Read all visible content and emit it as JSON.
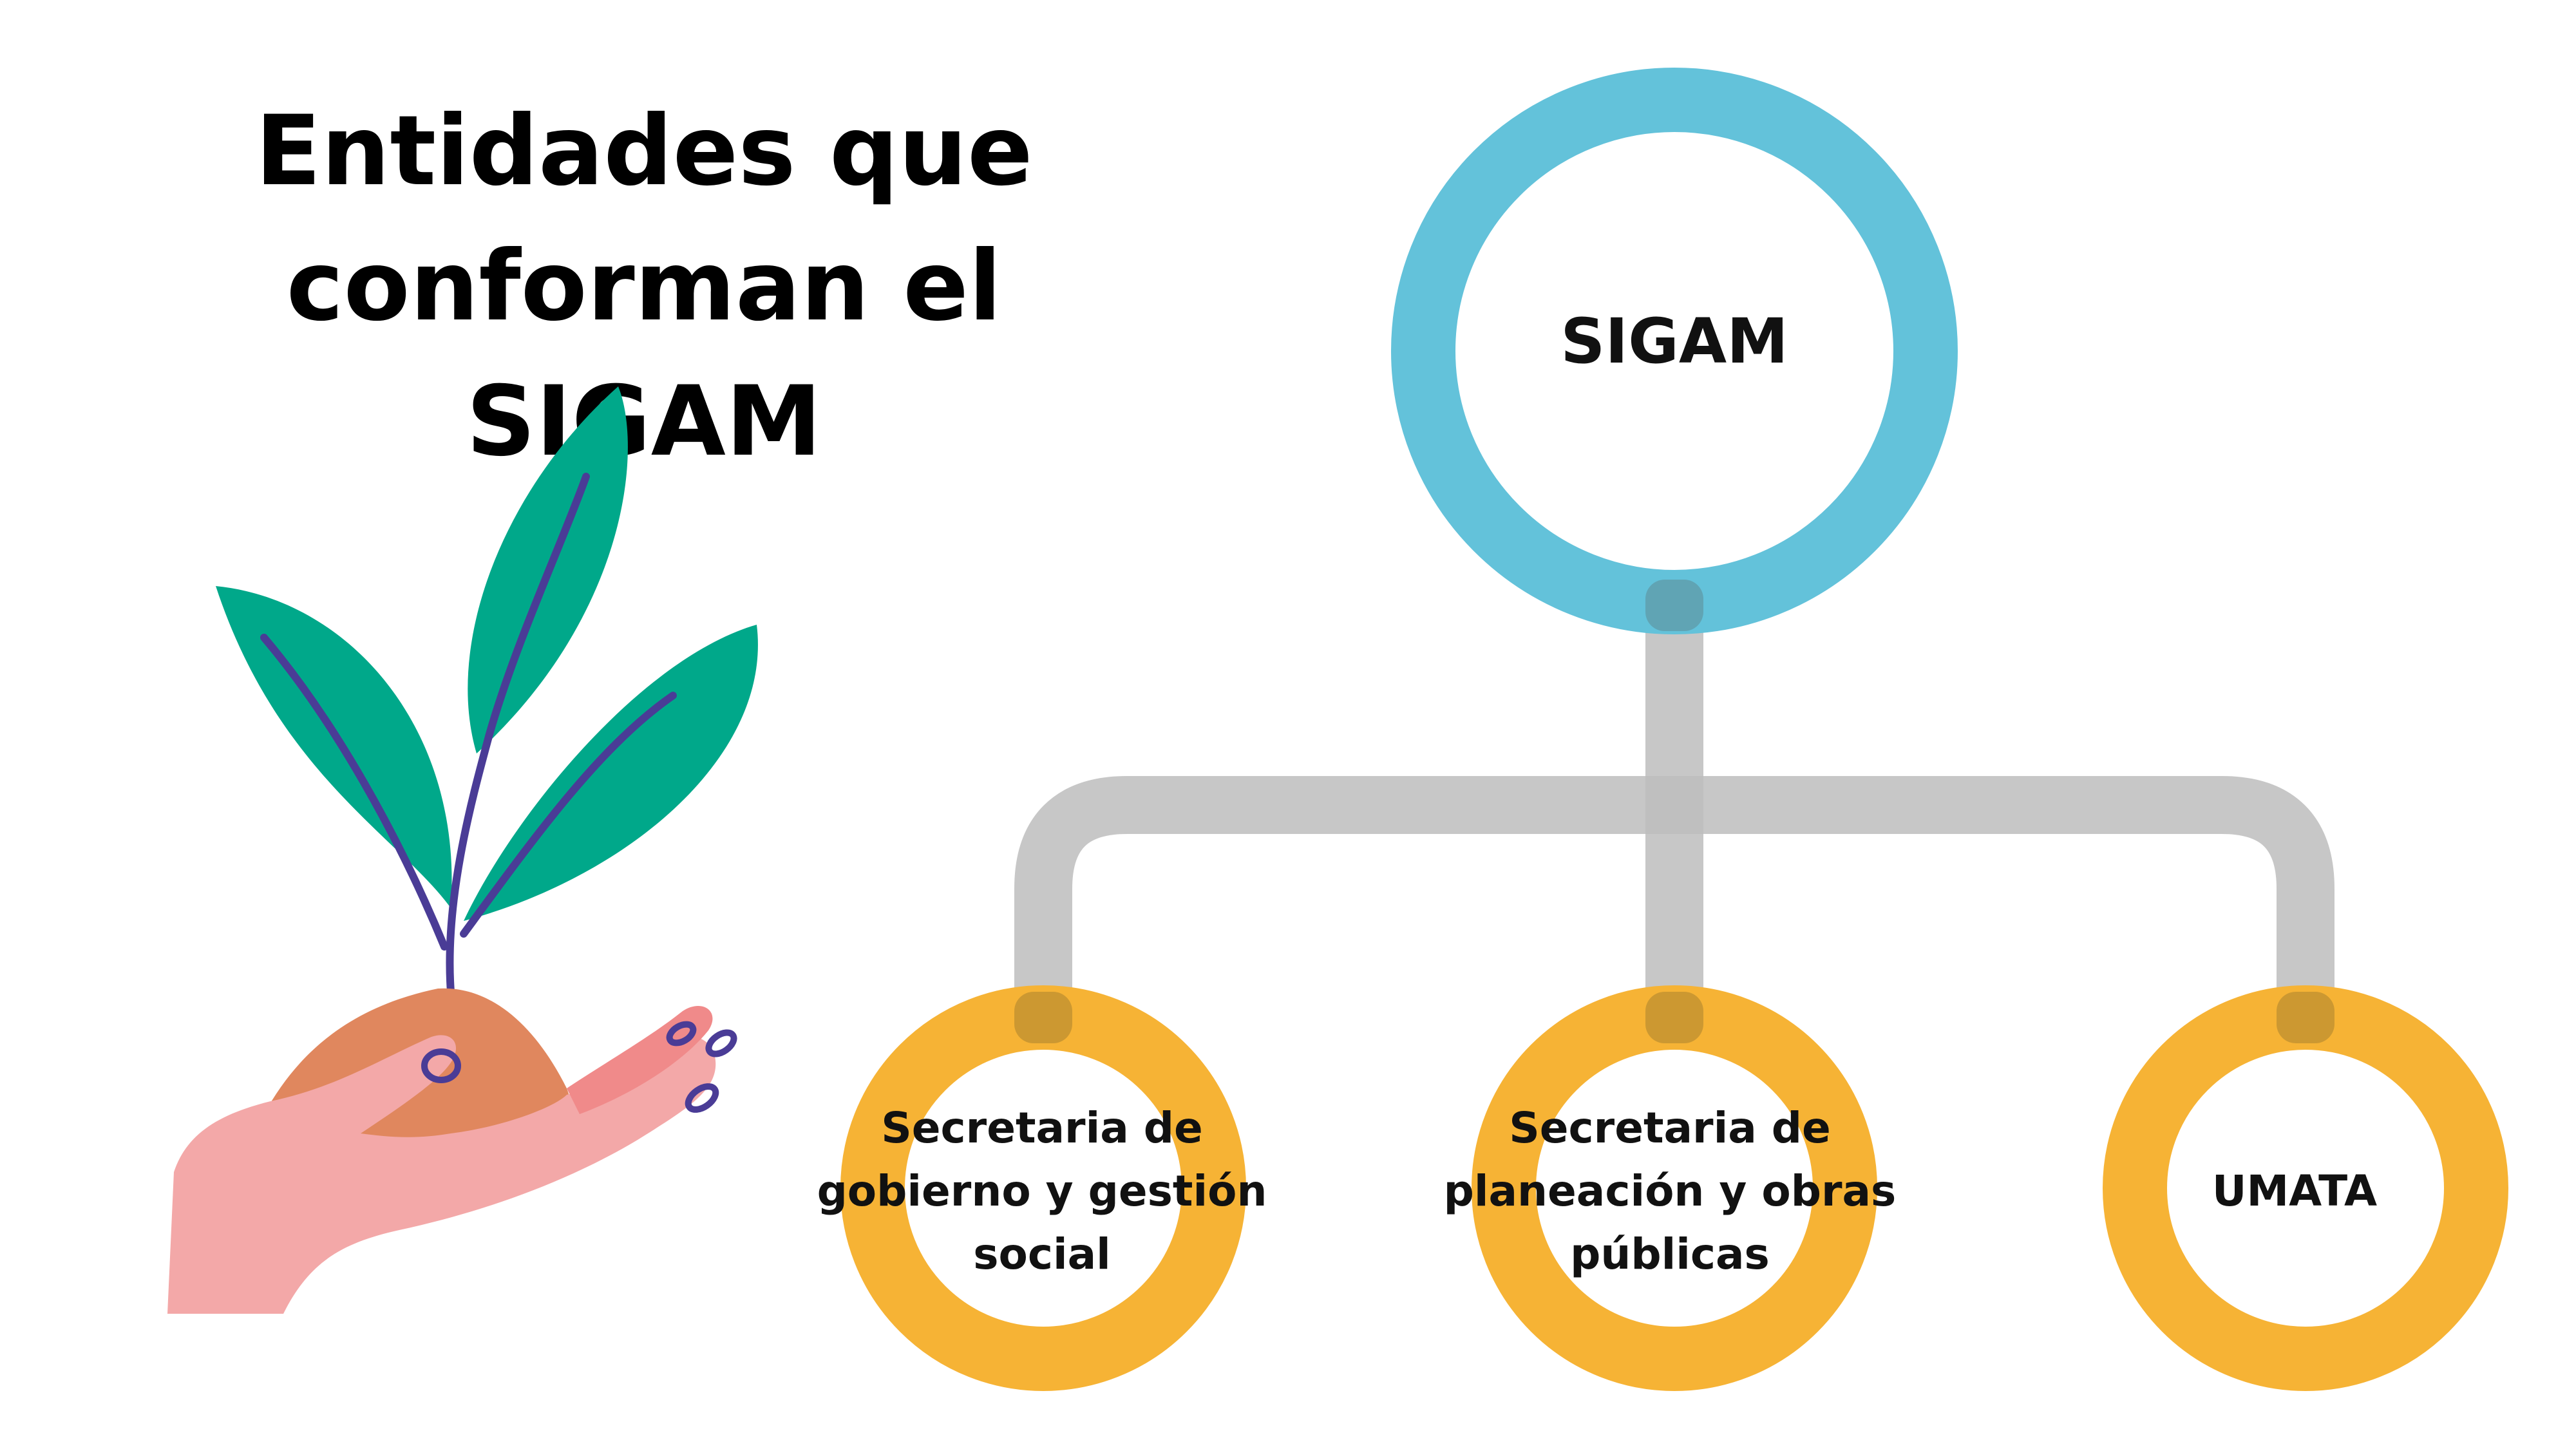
{
  "title": {
    "line1": "Entidades que",
    "line2": "conforman el SIGAM"
  },
  "diagram": {
    "root": {
      "label": "SIGAM",
      "color": "#63C2DA"
    },
    "children": [
      {
        "label": "Secretaria de gobierno y gestión social",
        "color": "#F6B335"
      },
      {
        "label": "Secretaria de planeación y obras públicas",
        "color": "#F6B335"
      },
      {
        "label": "UMATA",
        "color": "#F6B335"
      }
    ],
    "connector_color": "#BDBDBD"
  },
  "illustration": {
    "icon": "plant-in-hand-icon",
    "leaf_color": "#00A88A",
    "stem_color": "#4A3C96",
    "soil_color": "#E0875E",
    "hand_color": "#F3A8A8"
  }
}
